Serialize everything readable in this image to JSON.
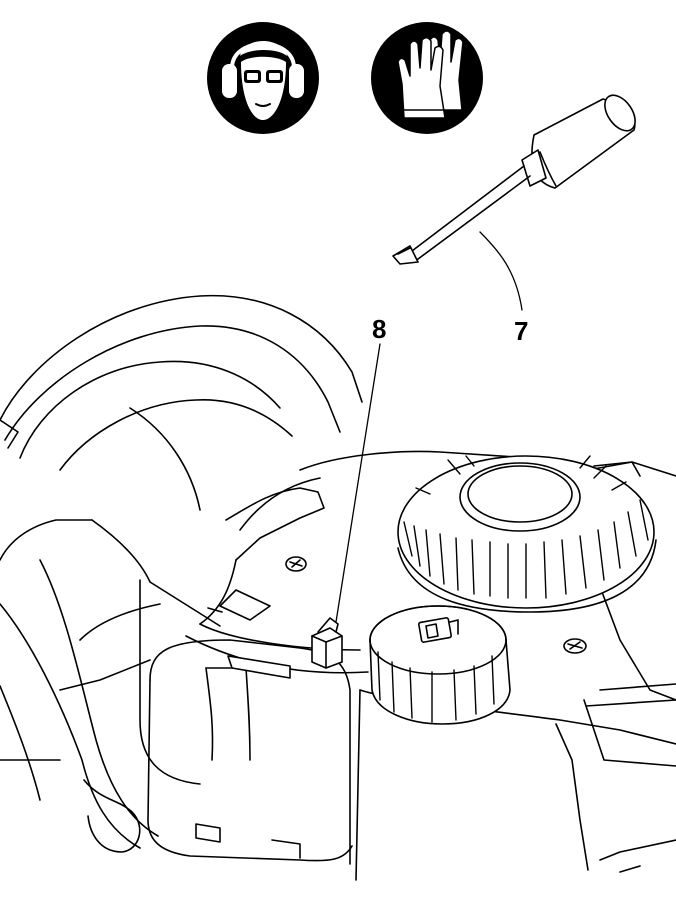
{
  "callouts": [
    {
      "id": "8",
      "text": "8"
    },
    {
      "id": "7",
      "text": "7"
    }
  ],
  "icons": [
    "ear-and-eye-protection-icon",
    "protective-gloves-icon",
    "screwdriver-icon"
  ],
  "colors": {
    "line": "#000000",
    "background": "#ffffff"
  }
}
